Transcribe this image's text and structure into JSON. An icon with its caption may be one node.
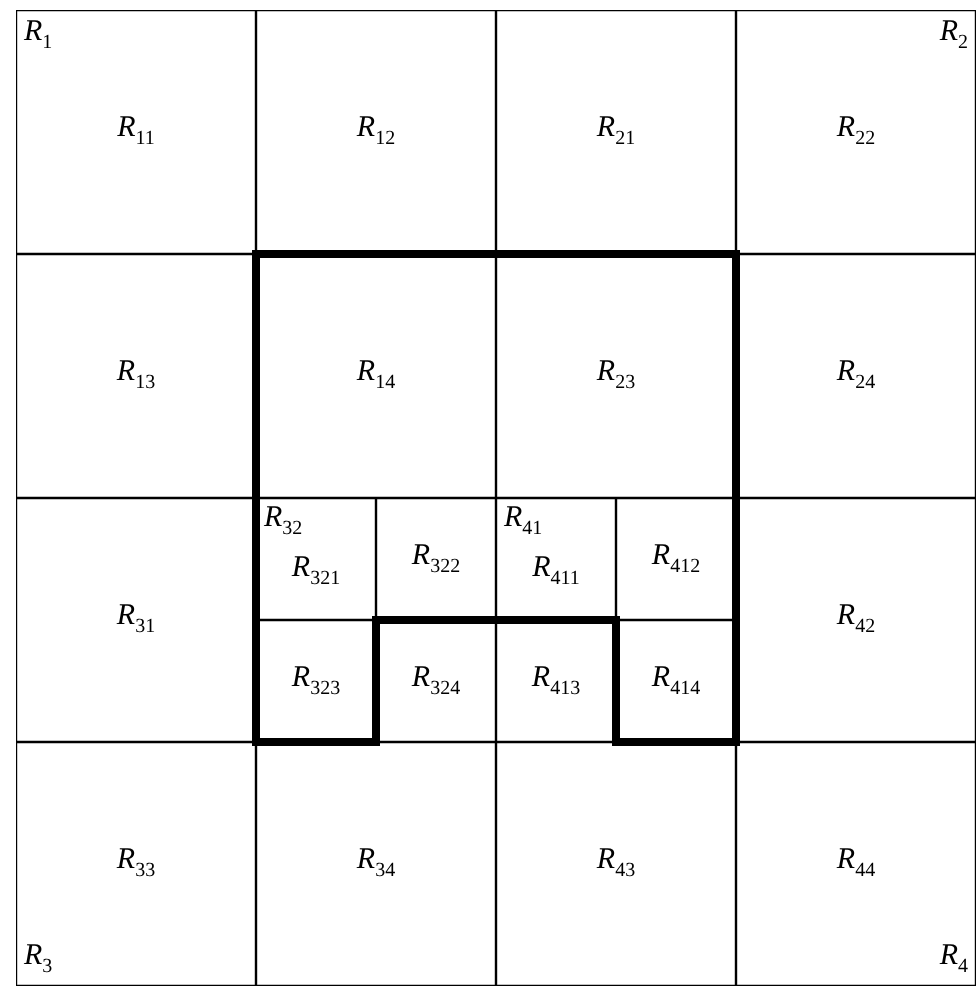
{
  "diagram": {
    "nodes": [
      {
        "text": [
          "*R*$_{11}$"
        ]
      },
      {
        "text": [
          "*R*$_{12}$"
        ]
      },
      {
        "text": [
          "*R*$_{21}$"
        ]
      },
      {
        "text": [
          "*R*$_{22}$"
        ]
      },
      {
        "text": [
          "*R*$_{13}$"
        ]
      },
      {
        "text": [
          "*R*$_{14}$"
        ]
      },
      {
        "text": [
          "*R*$_{23}$"
        ]
      },
      {
        "text": [
          "*R*$_{24}$"
        ]
      },
      {
        "text": [
          "*R*$_{31}$"
        ]
      },
      {
        "text": [
          "*R*$_{321}$"
        ]
      },
      {
        "text": [
          "*R*$_{322}$"
        ]
      },
      {
        "text": [
          "*R*$_{411}$"
        ]
      },
      {
        "text": [
          "*R*$_{412}$"
        ]
      },
      {
        "text": [
          "*R*$_{42}$"
        ]
      },
      {
        "text": [
          "*R*$_{323}$"
        ]
      },
      {
        "text": [
          "*R*$_{324}$"
        ]
      },
      {
        "text": [
          "*R*$_{413}$"
        ]
      },
      {
        "text": [
          "*R*$_{414}$"
        ]
      },
      {
        "text": [
          "*R*$_{33}$"
        ]
      },
      {
        "text": [
          "*R*$_{34}$"
        ]
      },
      {
        "text": [
          "*R*$_{43}$"
        ]
      },
      {
        "text": [
          "*R*$_{44}$"
        ]
      }
    ],
    "labels": [
      "*R*$_{1}$",
      "*R*$_{2}$",
      "*R*$_{32}$",
      "*R*$_{41}$",
      "*R*$_{3}$",
      "*R*$_{4}$"
    ]
  }
}
